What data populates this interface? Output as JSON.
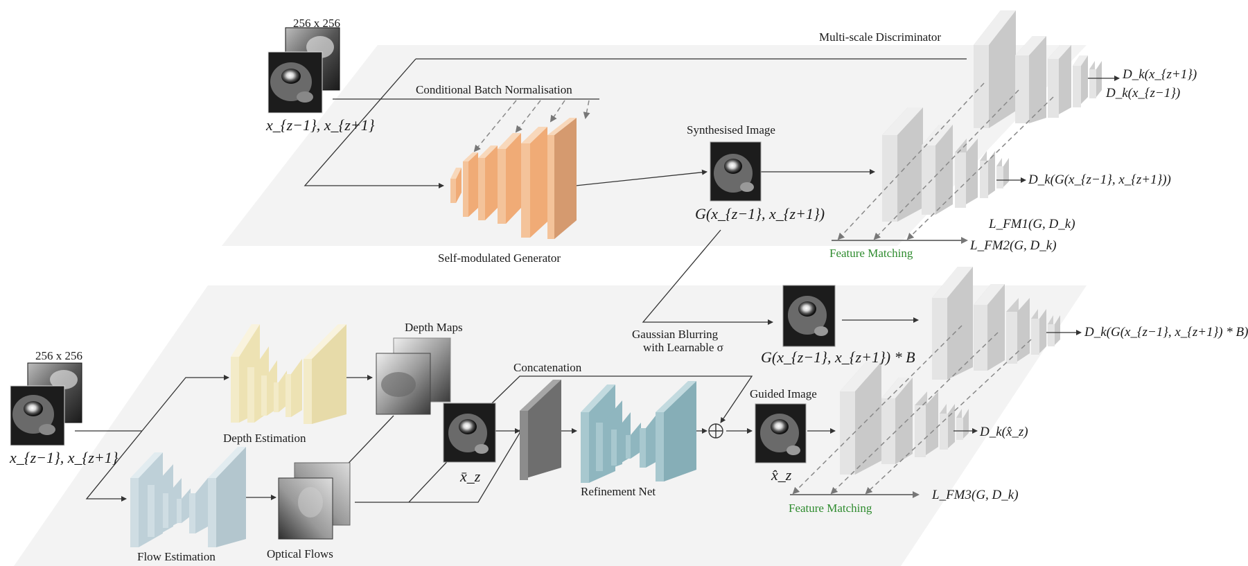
{
  "labels": {
    "size_top": "256 x 256",
    "size_bottom": "256 x 256",
    "cbn": "Conditional Batch Normalisation",
    "multi_scale": "Multi-scale Discriminator",
    "synth": "Synthesised Image",
    "generator": "Self-modulated Generator",
    "feature_matching_top": "Feature Matching",
    "feature_matching_bottom": "Feature Matching",
    "depth_maps": "Depth Maps",
    "depth_estimation": "Depth Estimation",
    "concatenation": "Concatenation",
    "gauss_1": "Gaussian Blurring",
    "gauss_2": "with Learnable σ",
    "guided": "Guided Image",
    "refinement": "Refinement Net",
    "flow_estimation": "Flow Estimation",
    "optical_flows": "Optical Flows"
  },
  "math": {
    "input_top": "x_{z−1}, x_{z+1}",
    "input_bottom": "x_{z−1}, x_{z+1}",
    "g_out": "G(x_{z−1}, x_{z+1})",
    "g_blur": "G(x_{z−1}, x_{z+1}) * B",
    "xbar": "x̄_z",
    "xhat": "x̂_z",
    "d_real_next": "D_k(x_{z+1})",
    "d_real_prev": "D_k(x_{z−1})",
    "d_gen": "D_k(G(x_{z−1}, x_{z+1}))",
    "d_gen_blur": "D_k(G(x_{z−1}, x_{z+1}) * B)",
    "d_xhat": "D_k(x̂_z)",
    "l_fm1": "L_FM1(G, D_k)",
    "l_fm2": "L_FM2(G, D_k)",
    "l_fm3": "L_FM3(G, D_k)",
    "oplus": "⊕"
  },
  "colors": {
    "plane": "#f3f3f3",
    "generator": "#f4c39a",
    "depth": "#f3ebc8",
    "flow": "#cfdde3",
    "refine": "#a8c8cf",
    "concat": "#8c8c8c",
    "disc": "#dcdcdc",
    "green_text": "#2e8b2e"
  },
  "icons": [
    "mri-slice-image",
    "depth-map-image",
    "optical-flow-image",
    "plus-circle-icon"
  ]
}
